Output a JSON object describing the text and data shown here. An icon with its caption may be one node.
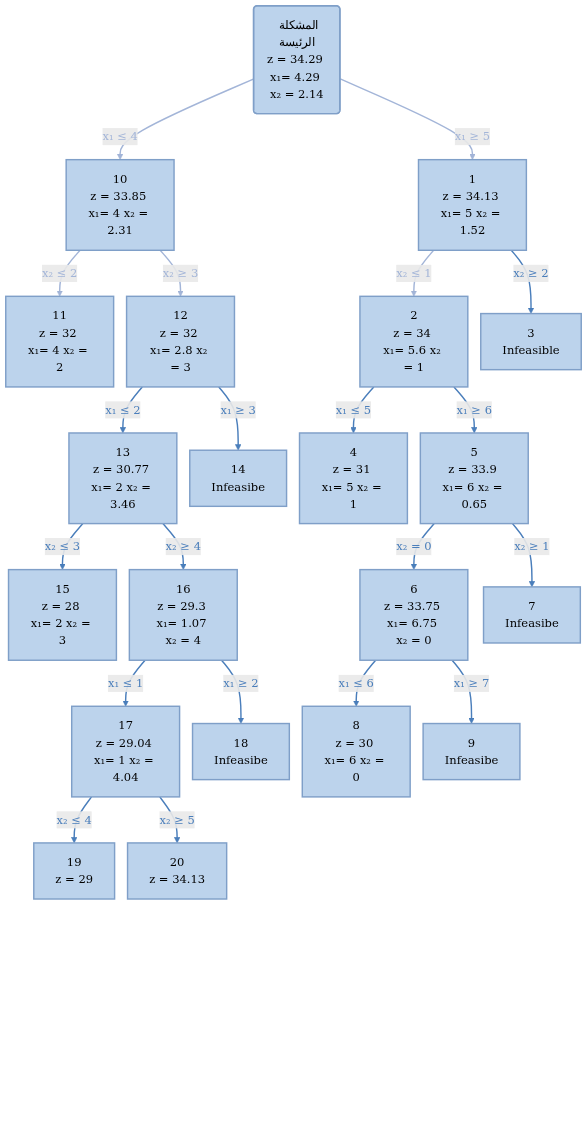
{
  "diagram": {
    "nodes": [
      {
        "text": [
          "المشكلة الرئيسة",
          "z = 34.29 x₁= 4.29 x₂ = 2.14"
        ]
      },
      {
        "text": [
          "10",
          "z = 33.85 x₁= 4 x₂ = 2.31"
        ]
      },
      {
        "text": [
          "1",
          "z = 34.13 x₁= 5 x₂ = 1.52"
        ]
      },
      {
        "text": [
          "11",
          "z = 32 x₁= 4 x₂ = 2"
        ]
      },
      {
        "text": [
          "12",
          "z = 32 x₁= 2.8 x₂ = 3"
        ]
      },
      {
        "text": [
          "2",
          "z = 34 x₁= 5.6 x₂ = 1"
        ]
      },
      {
        "text": [
          "3",
          "Infeasible"
        ]
      },
      {
        "text": [
          "13",
          "z = 30.77 x₁= 2 x₂ = 3.46"
        ]
      },
      {
        "text": [
          "14",
          "Infeasibe"
        ]
      },
      {
        "text": [
          "4",
          "z = 31 x₁= 5 x₂ = 1"
        ]
      },
      {
        "text": [
          "5",
          "z = 33.9 x₁= 6 x₂ = 0.65"
        ]
      },
      {
        "text": [
          "15",
          "z = 28 x₁= 2 x₂ = 3"
        ]
      },
      {
        "text": [
          "16",
          "z = 29.3 x₁= 1.07 x₂ = 4"
        ]
      },
      {
        "text": [
          "6",
          "z = 33.75 x₁= 6.75 x₂ = 0"
        ]
      },
      {
        "text": [
          "7",
          "Infeasibe"
        ]
      },
      {
        "text": [
          "17",
          "z = 29.04 x₁= 1 x₂ = 4.04"
        ]
      },
      {
        "text": [
          "18",
          "Infeasibe"
        ]
      },
      {
        "text": [
          "8",
          "z = 30 x₁= 6 x₂ = 0"
        ]
      },
      {
        "text": [
          "9",
          "Infeasibe"
        ]
      },
      {
        "text": [
          "19",
          "z = 29"
        ]
      },
      {
        "text": [
          "20",
          "z = 34.13"
        ]
      }
    ],
    "edges": [
      {
        "from": 0,
        "to": 1,
        "arrow": "to",
        "label": "x₁ ≤ 4",
        "color": "#a3b5d8"
      },
      {
        "from": 0,
        "to": 2,
        "arrow": "to",
        "label": "x₁ ≥ 5",
        "color": "#a3b5d8"
      },
      {
        "from": 1,
        "to": 3,
        "arrow": "to",
        "label": "x₂ ≤ 2",
        "color": "#a3b5d8"
      },
      {
        "from": 1,
        "to": 4,
        "arrow": "to",
        "label": "x₂ ≥ 3",
        "color": "#a3b5d8"
      },
      {
        "from": 2,
        "to": 5,
        "arrow": "to",
        "label": "x₂ ≤ 1",
        "color": "#a3b5d8"
      },
      {
        "from": 2,
        "to": 6,
        "arrow": "to",
        "label": "x₂ ≥ 2"
      },
      {
        "from": 4,
        "to": 7,
        "arrow": "to",
        "label": "x₁ ≤ 2"
      },
      {
        "from": 4,
        "to": 8,
        "arrow": "to",
        "label": "x₁ ≥ 3"
      },
      {
        "from": 5,
        "to": 9,
        "arrow": "to",
        "label": "x₁ ≤ 5"
      },
      {
        "from": 5,
        "to": 10,
        "arrow": "to",
        "label": "x₁ ≥ 6"
      },
      {
        "from": 7,
        "to": 11,
        "arrow": "to",
        "label": "x₂ ≤ 3"
      },
      {
        "from": 7,
        "to": 12,
        "arrow": "to",
        "label": "x₂ ≥ 4"
      },
      {
        "from": 10,
        "to": 13,
        "arrow": "to",
        "label": "x₂ = 0"
      },
      {
        "from": 10,
        "to": 14,
        "arrow": "to",
        "label": "x₂ ≥ 1"
      },
      {
        "from": 12,
        "to": 15,
        "arrow": "to",
        "label": "x₁ ≤ 1"
      },
      {
        "from": 12,
        "to": 16,
        "arrow": "to",
        "label": "x₁ ≥ 2"
      },
      {
        "from": 13,
        "to": 17,
        "arrow": "to",
        "label": "x₁ ≤ 6"
      },
      {
        "from": 13,
        "to": 18,
        "arrow": "to",
        "label": "x₁ ≥ 7"
      },
      {
        "from": 15,
        "to": 19,
        "arrow": "to",
        "label": "x₂ ≤ 4"
      },
      {
        "from": 15,
        "to": 20,
        "arrow": "to",
        "label": "x₂ ≥ 5"
      }
    ]
  }
}
